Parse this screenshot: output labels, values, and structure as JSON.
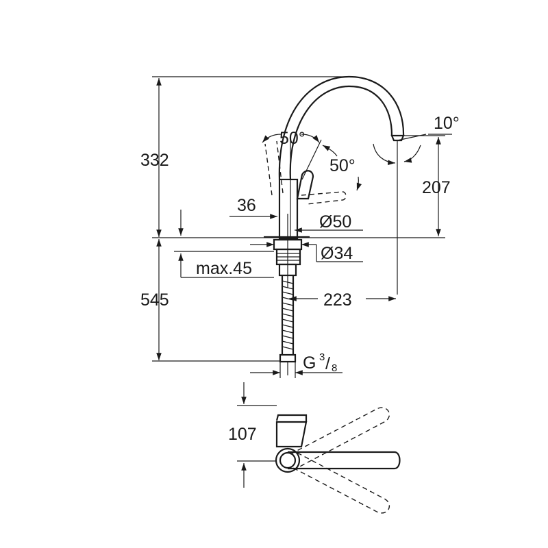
{
  "dimensions": {
    "d332": "332",
    "d545": "545",
    "d207": "207",
    "d223": "223",
    "d36": "36",
    "d50_dia": "Ø50",
    "d34_dia": "Ø34",
    "d_max45": "max.45",
    "d_thread_main": "G",
    "d_thread_frac_num": "3",
    "d_thread_frac_sep": "/",
    "d_thread_frac_den": "8",
    "d107": "107",
    "angle_50_top": "50°",
    "angle_50_side": "50°",
    "angle_10": "10°"
  }
}
